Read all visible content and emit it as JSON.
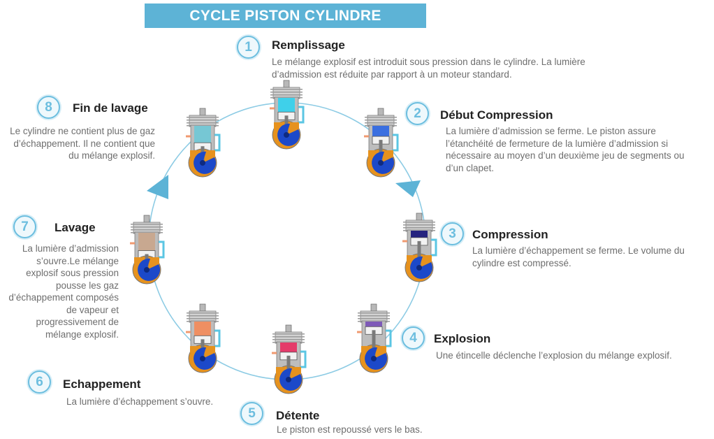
{
  "title": "CYCLE PISTON CYLINDRE",
  "colors": {
    "accent": "#5db3d6",
    "circle": "#8ccbe4",
    "crankcase": "#e6921e",
    "piston_light": "#c8c8c8",
    "crank": "#1c49c9"
  },
  "steps": [
    {
      "number": "1",
      "title": "Remplissage",
      "description": "Le mélange explosif est introduit sous pression dans le cylindre. La lumière d’admission est réduite par rapport à un moteur standard.",
      "chamber_color": "#3fd0ea",
      "piston_level": 0.55
    },
    {
      "number": "2",
      "title": "Début Compression",
      "description": "La lumière d’admission se ferme. Le piston assure l’étanchéité de fermeture de la lumière d’admission si nécessaire au moyen d’un deuxième jeu de segments ou d’un clapet.",
      "chamber_color": "#3a6fe0",
      "piston_level": 0.35
    },
    {
      "number": "3",
      "title": "Compression",
      "description": "La lumière d’échappement se ferme. Le volume du cylindre est compressé.",
      "chamber_color": "#25237f",
      "piston_level": 0.15
    },
    {
      "number": "4",
      "title": "Explosion",
      "description": "Une étincelle déclenche l’explosion du mélange explosif.",
      "chamber_color": "#7e5ab8",
      "piston_level": 0.05
    },
    {
      "number": "5",
      "title": "Détente",
      "description": "Le piston est repoussé vers le bas.",
      "chamber_color": "#e43b6a",
      "piston_level": 0.3
    },
    {
      "number": "6",
      "title": "Echappement",
      "description": "La lumière d’échappement s’ouvre.",
      "chamber_color": "#ef8f62",
      "piston_level": 0.55
    },
    {
      "number": "7",
      "title": "Lavage",
      "description": "La lumière d’admission s’ouvre.Le mélange explosif sous pression pousse les gaz d’échappement composés de vapeur et progressivement de mélange explosif.",
      "chamber_color": "#c8a890",
      "piston_level": 0.75
    },
    {
      "number": "8",
      "title": "Fin de lavage",
      "description": "Le cylindre ne contient plus de gaz d’échappement. Il ne contient que du mélange explosif.",
      "chamber_color": "#76c7d4",
      "piston_level": 0.7
    }
  ]
}
